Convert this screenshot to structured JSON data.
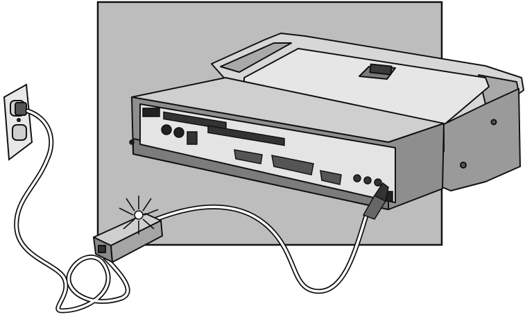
{
  "illustration": {
    "colors": {
      "background_panel": "#bdbdbd",
      "panel_border": "#111111",
      "device_top": "#d9d9d9",
      "device_front": "#8c8c8c",
      "device_dark": "#6a6a6a",
      "port_panel": "#e4e4e4",
      "cable": "#ffffff",
      "outline": "#111111",
      "outlet_plate": "#e8e8e8"
    },
    "parts": {
      "docking_station": "docking-station",
      "power_adapter": "ac-power-adapter",
      "wall_outlet": "wall-outlet",
      "power_light": "power-indicator-light"
    }
  }
}
